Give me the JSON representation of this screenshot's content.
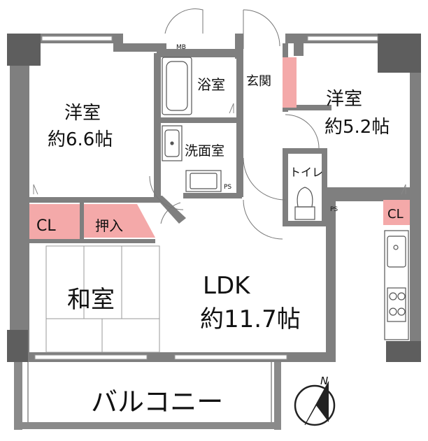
{
  "rooms": {
    "western_left": {
      "name": "洋室",
      "size": "約6.6帖"
    },
    "western_right": {
      "name": "洋室",
      "size": "約5.2帖"
    },
    "japanese": {
      "name": "和室"
    },
    "ldk": {
      "name": "LDK",
      "size": "約11.7帖"
    },
    "bath": {
      "name": "浴室"
    },
    "entrance": {
      "name": "玄関"
    },
    "washroom": {
      "name": "洗面室"
    },
    "toilet": {
      "name": "トイレ"
    },
    "balcony": {
      "name": "バルコニー"
    }
  },
  "storage": {
    "closet_left": "CL",
    "closet_right": "CL",
    "oshiire": "押入"
  },
  "fixtures": {
    "meter_box": "MB",
    "ps_washroom": "PS",
    "ps_toilet": "PS"
  },
  "compass": {
    "north": "N"
  },
  "colors": {
    "wall": "#7f7f7f",
    "pillar": "#5e5e5e",
    "storage_fill": "#f4a9a9",
    "line": "#555555"
  }
}
